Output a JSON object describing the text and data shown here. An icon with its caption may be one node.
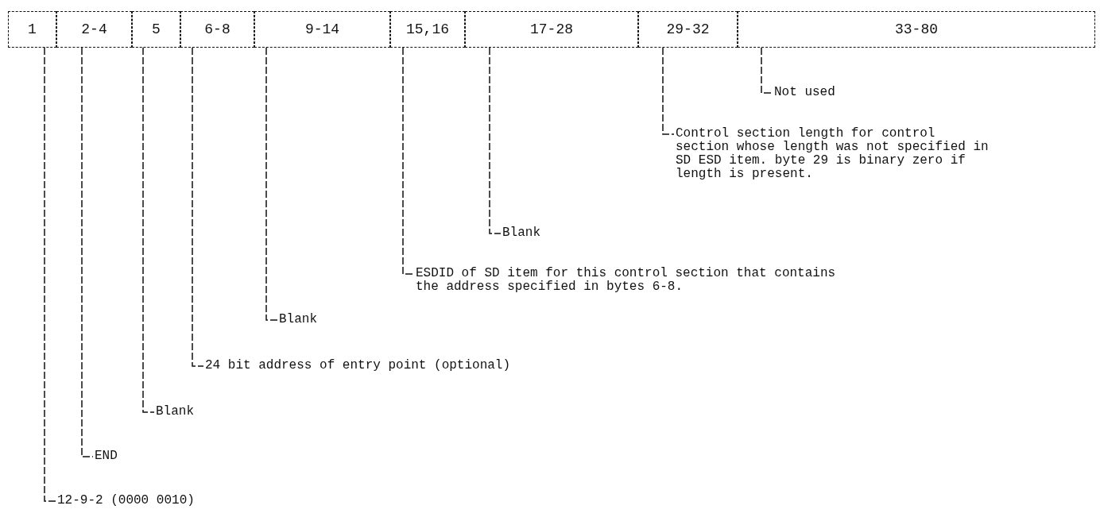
{
  "diagram": {
    "nodes": [
      {
        "text": [
          "1"
        ]
      },
      {
        "text": [
          "2-4"
        ]
      },
      {
        "text": [
          "5"
        ]
      },
      {
        "text": [
          "6-8"
        ]
      },
      {
        "text": [
          "9-14"
        ]
      },
      {
        "text": [
          "15,16"
        ]
      },
      {
        "text": [
          "17-28"
        ]
      },
      {
        "text": [
          "29-32"
        ]
      },
      {
        "text": [
          "33-80"
        ]
      },
      {
        "text": [
          "Not used"
        ]
      },
      {
        "text": [
          "Control section length for control section whose length was not specified in SD ESD item. byte 29 is binary zero if length is present."
        ]
      },
      {
        "text": [
          "Blank"
        ]
      },
      {
        "text": [
          "ESDID of SD item for this control section that contains the address specified in bytes 6-8."
        ]
      },
      {
        "text": [
          "Blank"
        ]
      },
      {
        "text": [
          "24 bit address of entry point (optional)"
        ]
      },
      {
        "text": [
          "Blank"
        ]
      },
      {
        "text": [
          "END"
        ]
      },
      {
        "text": [
          "12-9-2 (0000 0010)"
        ]
      }
    ],
    "edges": [
      {
        "from": 8,
        "to": 9,
        "arrow": "none"
      },
      {
        "from": 7,
        "to": 10,
        "arrow": "none"
      },
      {
        "from": 6,
        "to": 11,
        "arrow": "none"
      },
      {
        "from": 5,
        "to": 12,
        "arrow": "none"
      },
      {
        "from": 4,
        "to": 13,
        "arrow": "none"
      },
      {
        "from": 3,
        "to": 14,
        "arrow": "none"
      },
      {
        "from": 2,
        "to": 15,
        "arrow": "none"
      },
      {
        "from": 1,
        "to": 16,
        "arrow": "none"
      },
      {
        "from": 0,
        "to": 17,
        "arrow": "none"
      }
    ]
  }
}
